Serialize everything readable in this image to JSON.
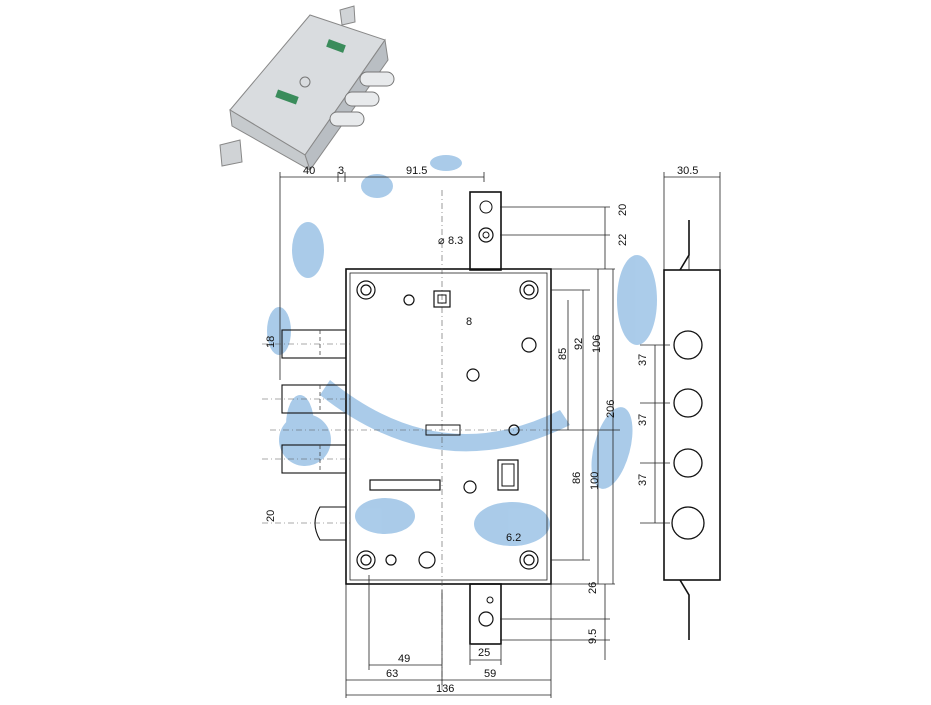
{
  "diagram": {
    "top_dimensions": {
      "left": "40",
      "middle": "3",
      "right": "91.5"
    },
    "side_dimension": "30.5",
    "vertical_right": [
      "20",
      "22",
      "92",
      "106",
      "85",
      "206",
      "86",
      "100",
      "26",
      "9.5"
    ],
    "side_spacing": [
      "37",
      "37",
      "37"
    ],
    "diameters": {
      "follower_hole": "8.3",
      "spindle_square": "8",
      "bolt": "18",
      "latch": "20",
      "screw_hole": "6.2"
    },
    "bottom_dimensions": {
      "latch_offset": "49",
      "left_half": "63",
      "right_half": "59",
      "strike_width": "25",
      "total": "136"
    }
  },
  "colors": {
    "watermark": "#9cc3e6",
    "lines": "#111111"
  }
}
